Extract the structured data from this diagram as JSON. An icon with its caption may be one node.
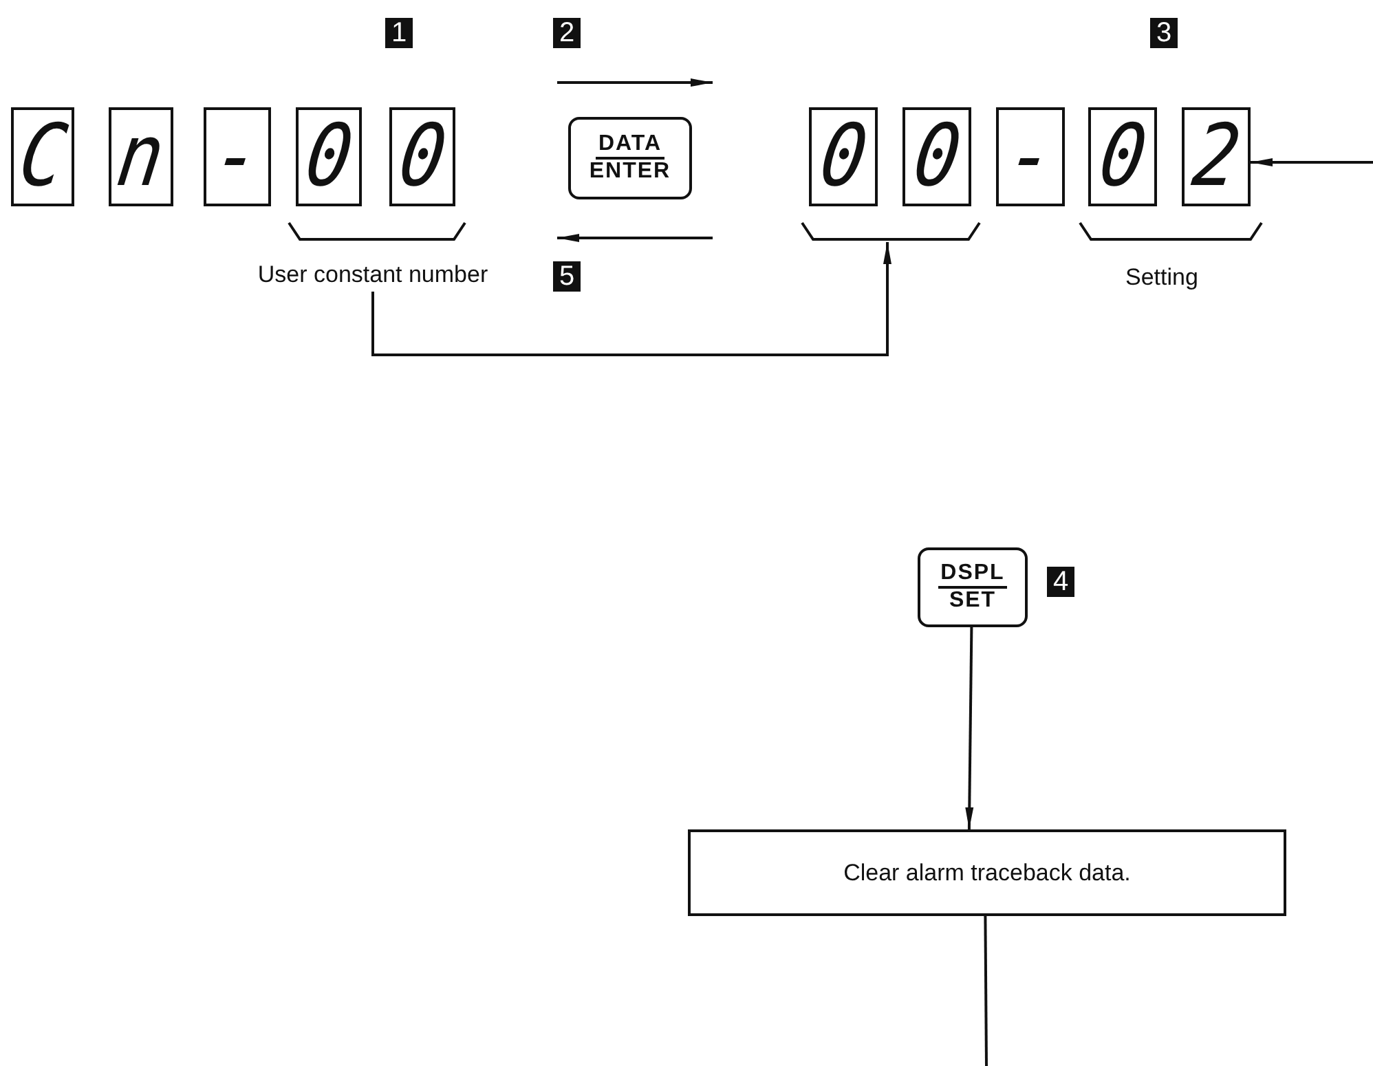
{
  "diagram": {
    "nodes": [
      {
        "text": [
          "C"
        ]
      },
      {
        "text": [
          "n"
        ]
      },
      {
        "text": [
          "-"
        ]
      },
      {
        "text": [
          "0"
        ]
      },
      {
        "text": [
          "0"
        ]
      },
      {
        "text": [
          "DATA",
          "ENTER"
        ]
      },
      {
        "text": [
          "0"
        ]
      },
      {
        "text": [
          "0"
        ]
      },
      {
        "text": [
          "-"
        ]
      },
      {
        "text": [
          "0"
        ]
      },
      {
        "text": [
          "2"
        ]
      },
      {
        "text": [
          "User constant number"
        ]
      },
      {
        "text": [
          "DSPL",
          "SET"
        ],
        "beside": [
          "4"
        ]
      },
      {
        "text": [
          "Clear alarm traceback data."
        ]
      }
    ],
    "edges": [
      {
        "from": 11,
        "to": 6,
        "arrow": "to"
      },
      {
        "from": null,
        "to": 10,
        "arrow": "to"
      },
      {
        "from": 12,
        "to": 13,
        "arrow": "to"
      },
      {
        "from": 13,
        "to": null,
        "arrow": "none"
      }
    ],
    "labels": [
      "1",
      "2",
      "3",
      "5",
      "Setting"
    ]
  }
}
